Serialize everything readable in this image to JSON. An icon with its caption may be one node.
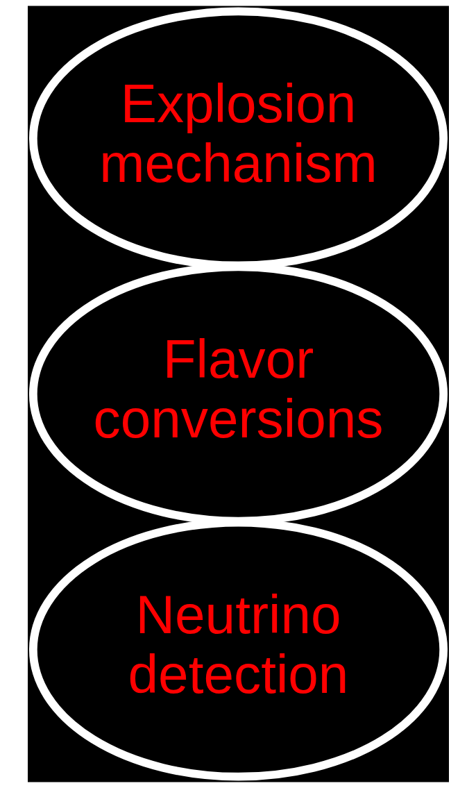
{
  "diagram": {
    "nodes": [
      {
        "text": [
          "Explosion mechanism"
        ]
      },
      {
        "text": [
          "Flavor conversions"
        ]
      },
      {
        "text": [
          "Neutrino detection"
        ]
      }
    ]
  }
}
